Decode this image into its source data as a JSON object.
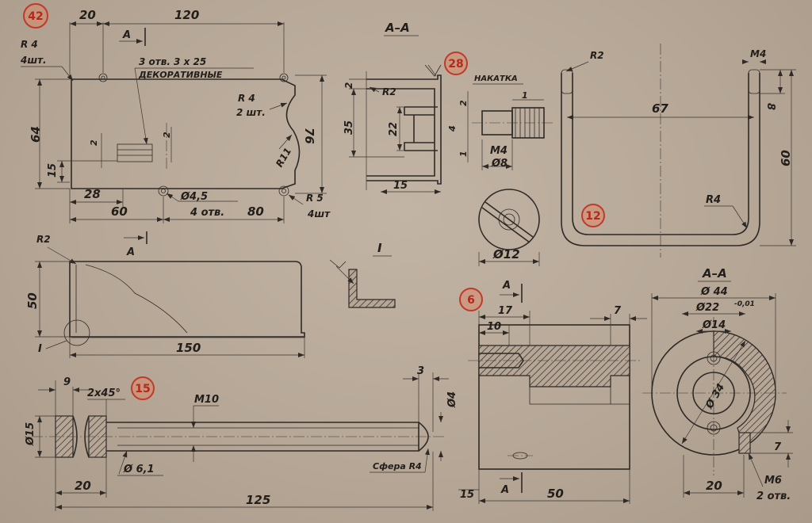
{
  "parts": {
    "p42": "42",
    "p28": "28",
    "p12": "12",
    "p15": "15",
    "p6": "6"
  },
  "part42": {
    "d20": "20",
    "d120": "120",
    "section_marker": "A",
    "r4": "R 4",
    "r4_qty": "4шт.",
    "holes_note": "3 отв. 3 х 25",
    "holes_note2": "ДЕКОРАТИВНЫЕ",
    "r4b": "R 4",
    "r4b_qty": "2 шт.",
    "d64": "64",
    "d76": "76",
    "d15": "15",
    "d2a": "2",
    "d2b": "2",
    "r11": "R11",
    "d28": "28",
    "hole_dia": "Ø4,5",
    "r5": "R 5",
    "r5_qty": "4шт",
    "d60": "60",
    "holes_qty": "4 отв.",
    "d80": "80"
  },
  "section_aa_top": {
    "title": "А–А",
    "d2": "2",
    "r2": "R2",
    "d35": "35",
    "d22": "22",
    "d15": "15"
  },
  "part28": {
    "knurl": "НАКАТКА",
    "d2": "2",
    "d1a": "1",
    "d4": "4",
    "d1b": "1",
    "m4": "M4",
    "dia8": "Ø8",
    "dia12": "Ø12"
  },
  "part12": {
    "r2": "R2",
    "m4": "M4",
    "d67": "67",
    "d8": "8",
    "d60": "60",
    "r4": "R4"
  },
  "part_base": {
    "r2": "R2",
    "section_marker": "A",
    "d50": "50",
    "d150": "150",
    "view_marker": "I",
    "detail_title": "I"
  },
  "part15": {
    "d9": "9",
    "chamfer": "2х45°",
    "m10": "M10",
    "d3": "3",
    "dia4": "Ø4",
    "dia15": "Ø15",
    "dia61": "Ø 6,1",
    "sphere": "Сфера R4",
    "d20": "20",
    "d125": "125"
  },
  "part6": {
    "section_marker_top": "A",
    "d17": "17",
    "d10": "10",
    "d7": "7",
    "d15": "15",
    "section_marker_bottom": "A",
    "d50": "50",
    "aa_title": "А–А",
    "dia44": "Ø 44",
    "dia22": "Ø22",
    "tol": "-0,01",
    "dia14": "Ø14",
    "dia34": "Ø 34",
    "d7b": "7",
    "d20": "20",
    "m6": "M6",
    "m6_qty": "2 отв."
  }
}
